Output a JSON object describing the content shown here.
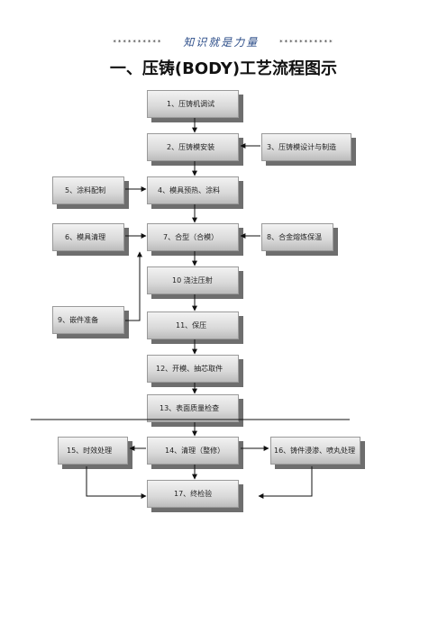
{
  "header": {
    "stars_left": "**********",
    "tagline": "知识就是力量",
    "stars_right": "***********"
  },
  "title": "一、压铸(BODY)工艺流程图示",
  "steps": {
    "s1": "1、压铸机调试",
    "s2": "2、压铸模安装",
    "s3": "3、压铸模设计与制造",
    "s4": "4、模具预热、涂料",
    "s5": "5、涂料配制",
    "s6": "6、模具清理",
    "s7": "7、合型（合模）",
    "s8": "8、合金熔炼保温",
    "s9": "9、嵌件准备",
    "s10": "10 浇注压射",
    "s11": "11、保压",
    "s12": "12、开模、抽芯取件",
    "s13": "13、表面质量检查",
    "s14": "14、清理（整修）",
    "s15": "15、时效处理",
    "s16": "16、铸件浸渗、喷丸处理",
    "s17": "17、终检验"
  }
}
